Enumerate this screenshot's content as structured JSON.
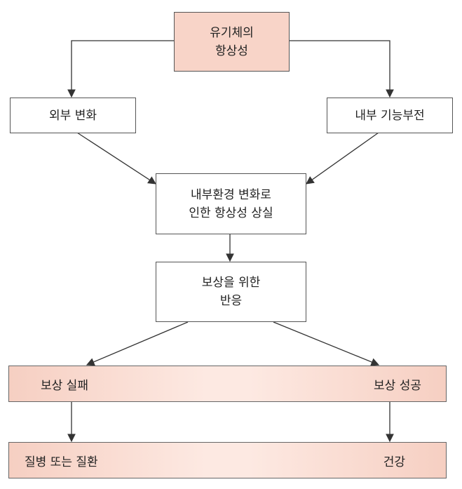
{
  "nodes": {
    "homeostasis": [
      "유기체의",
      "항상성"
    ],
    "external_change": "외부 변화",
    "internal_dysfunction": "내부 기능부전",
    "loss": [
      "내부환경 변화로",
      "인한 항상성 상실"
    ],
    "compensation": [
      "보상을 위한",
      "반응"
    ],
    "comp_fail": "보상 실패",
    "comp_success": "보상 성공",
    "disease": "질병 또는 질환",
    "health": "건강"
  },
  "colors": {
    "accent_fill": "#f8d4c8",
    "border": "#555555",
    "arrow": "#333333"
  }
}
